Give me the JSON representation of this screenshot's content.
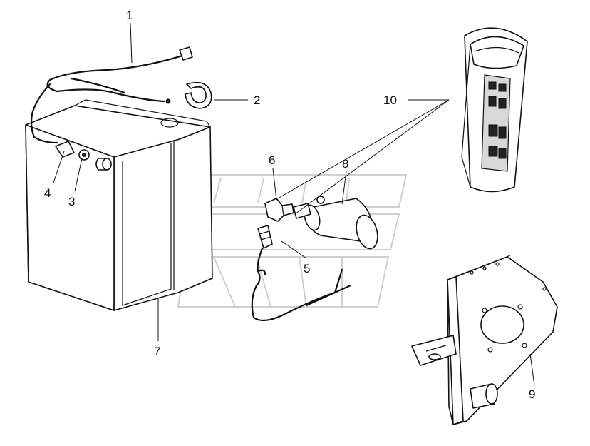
{
  "callouts": [
    {
      "id": "1",
      "label": "1"
    },
    {
      "id": "2",
      "label": "2"
    },
    {
      "id": "3",
      "label": "3"
    },
    {
      "id": "4",
      "label": "4"
    },
    {
      "id": "5",
      "label": "5"
    },
    {
      "id": "6",
      "label": "6"
    },
    {
      "id": "7",
      "label": "7"
    },
    {
      "id": "8",
      "label": "8"
    },
    {
      "id": "9",
      "label": "9"
    },
    {
      "id": "10",
      "label": "10"
    }
  ],
  "colors": {
    "line": "#111111",
    "watermark": "#cfcfcf",
    "background": "#ffffff"
  }
}
